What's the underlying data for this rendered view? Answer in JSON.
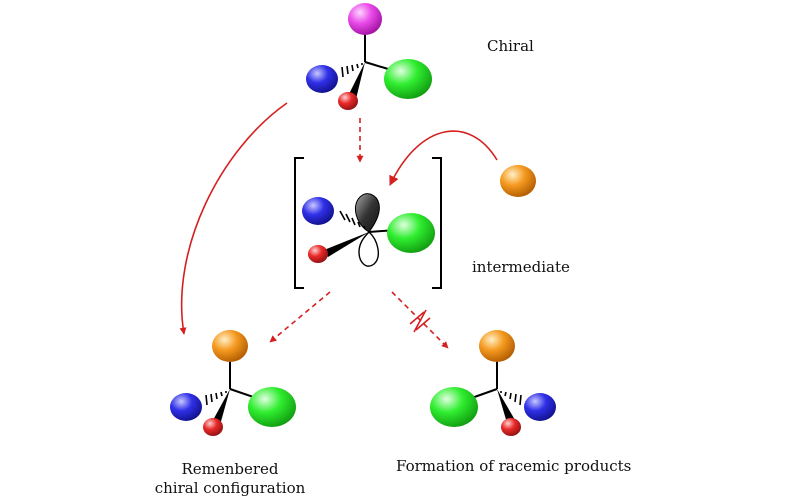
{
  "labels": {
    "chiral": "Chiral",
    "intermediate": "intermediate",
    "remembered_line1": "Remenbered",
    "remembered_line2": "chiral configuration",
    "racemic": "Formation of racemic products"
  },
  "colors": {
    "magenta": "#e040e0",
    "blue": "#2a2adf",
    "green": "#22dd22",
    "red": "#e02020",
    "orange": "#f09418",
    "arrow": "#d42020"
  }
}
